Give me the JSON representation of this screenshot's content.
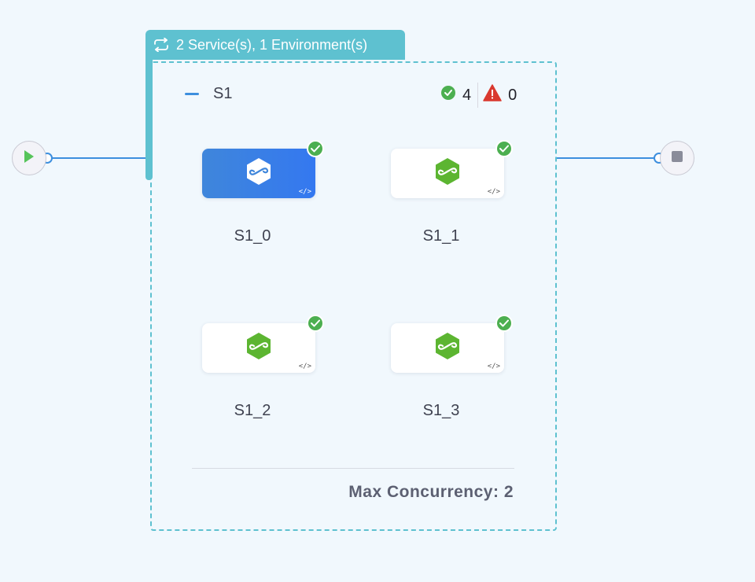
{
  "group": {
    "header": "2 Service(s), 1 Environment(s)",
    "stage_name": "S1",
    "success_count": "4",
    "failed_count": "0",
    "max_concurrency": "Max Concurrency: 2"
  },
  "nodes": [
    {
      "label": "S1_0",
      "status": "success",
      "selected": true
    },
    {
      "label": "S1_1",
      "status": "success",
      "selected": false
    },
    {
      "label": "S1_2",
      "status": "success",
      "selected": false
    },
    {
      "label": "S1_3",
      "status": "success",
      "selected": false
    }
  ],
  "icons": {
    "start": "play-icon",
    "end": "stop-icon",
    "header": "loop-icon",
    "node": "deploy-infinity-icon",
    "node_corner": "code-icon"
  },
  "colors": {
    "accent": "#3d8fde",
    "group": "#5ec1d0",
    "success": "#4caf50",
    "error": "#d9392f",
    "node_icon": "#5cb531"
  }
}
